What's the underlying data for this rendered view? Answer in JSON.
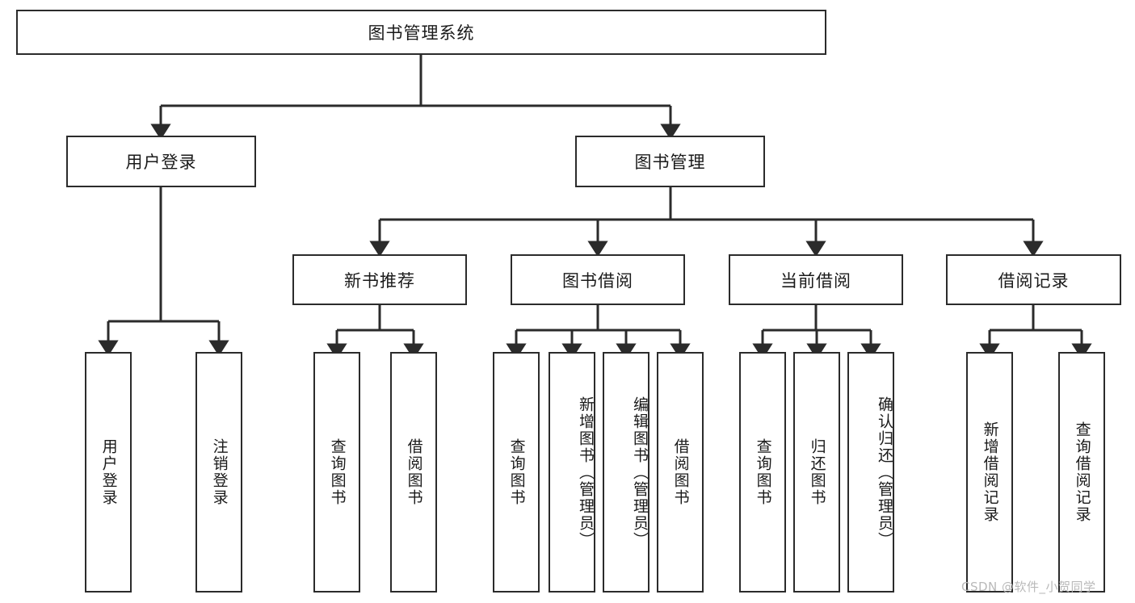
{
  "diagram": {
    "type": "hierarchy-tree",
    "root": {
      "id": "root",
      "label": "图书管理系统"
    },
    "level2": [
      {
        "id": "user-login",
        "label": "用户登录"
      },
      {
        "id": "book-management",
        "label": "图书管理"
      }
    ],
    "level3": [
      {
        "id": "new-book-recommend",
        "label": "新书推荐",
        "parent": "book-management"
      },
      {
        "id": "book-borrow",
        "label": "图书借阅",
        "parent": "book-management"
      },
      {
        "id": "current-borrow",
        "label": "当前借阅",
        "parent": "book-management"
      },
      {
        "id": "borrow-record",
        "label": "借阅记录",
        "parent": "book-management"
      }
    ],
    "leaves": [
      {
        "id": "leaf-user-login",
        "label": "用户登录",
        "parent": "user-login"
      },
      {
        "id": "leaf-logout-login",
        "label": "注销登录",
        "parent": "user-login"
      },
      {
        "id": "leaf-query-book-1",
        "label": "查询图书",
        "parent": "new-book-recommend"
      },
      {
        "id": "leaf-borrow-book-1",
        "label": "借阅图书",
        "parent": "new-book-recommend"
      },
      {
        "id": "leaf-query-book-2",
        "label": "查询图书",
        "parent": "book-borrow"
      },
      {
        "id": "leaf-add-book-admin",
        "label": "新增图书（管理员）",
        "parent": "book-borrow"
      },
      {
        "id": "leaf-edit-book-admin",
        "label": "编辑图书（管理员）",
        "parent": "book-borrow"
      },
      {
        "id": "leaf-borrow-book-2",
        "label": "借阅图书",
        "parent": "book-borrow"
      },
      {
        "id": "leaf-query-book-3",
        "label": "查询图书",
        "parent": "current-borrow"
      },
      {
        "id": "leaf-return-book",
        "label": "归还图书",
        "parent": "current-borrow"
      },
      {
        "id": "leaf-confirm-return",
        "label": "确认归还（管理员）",
        "parent": "current-borrow"
      },
      {
        "id": "leaf-add-record",
        "label": "新增借阅记录",
        "parent": "borrow-record"
      },
      {
        "id": "leaf-query-record",
        "label": "查询借阅记录",
        "parent": "borrow-record"
      }
    ],
    "colors": {
      "border": "#2b2b2b",
      "background": "#ffffff",
      "text": "#1a1a1a",
      "watermark": "#b9b9b9"
    }
  },
  "watermark": {
    "text": "CSDN @软件_小贺同学"
  }
}
